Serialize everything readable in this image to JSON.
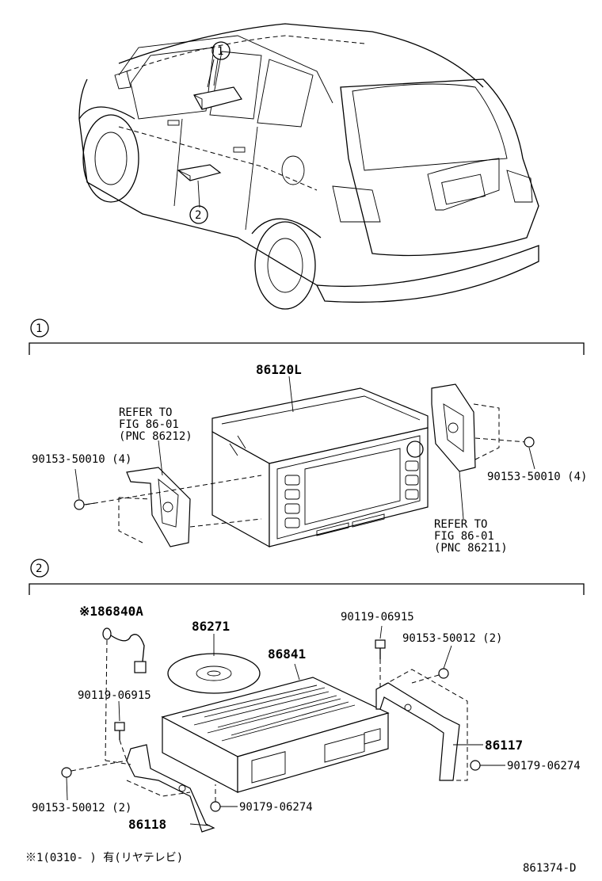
{
  "callouts": {
    "one": "1",
    "two": "2"
  },
  "section1": {
    "marker": "1",
    "part_main": "86120L",
    "refer_left": [
      "REFER TO",
      "FIG 86-01",
      "(PNC 86212)"
    ],
    "refer_right": [
      "REFER TO",
      "FIG 86-01",
      "(PNC 86211)"
    ],
    "screw_left": "90153-50010 (4)",
    "screw_right": "90153-50010 (4)"
  },
  "section2": {
    "marker": "2",
    "antenna": "※186840A",
    "disc": "86271",
    "unit": "86841",
    "bolt_top": "90119-06915",
    "screw_top": "90153-50012 (2)",
    "bolt_left": "90119-06915",
    "bracket_right": "86117",
    "nut_right": "90179-06274",
    "screw_left": "90153-50012 (2)",
    "nut_bottom": "90179-06274",
    "bracket_left": "86118"
  },
  "footnote": "※1(0310-      ) 有(リヤテレビ)",
  "diagram_id": "861374-D"
}
